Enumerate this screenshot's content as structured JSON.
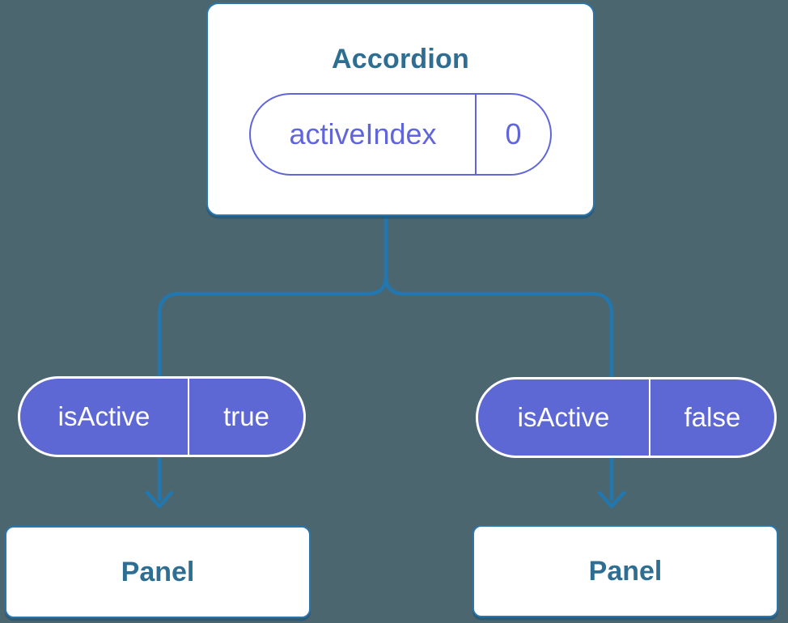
{
  "diagram": {
    "root": {
      "title": "Accordion",
      "prop": {
        "name": "activeIndex",
        "value": "0"
      }
    },
    "children": [
      {
        "prop": {
          "name": "isActive",
          "value": "true"
        },
        "panel": "Panel"
      },
      {
        "prop": {
          "name": "isActive",
          "value": "false"
        },
        "panel": "Panel"
      }
    ]
  },
  "colors": {
    "background": "#4C6670",
    "connector_blue": "#2277AE",
    "card_border_blue": "#2B77AD",
    "title_text_blue": "#2E6E93",
    "pill_fill_purple": "#5E68D4",
    "pill_outline_purple": "#6065DC",
    "card_fill": "#FFFFFF"
  }
}
